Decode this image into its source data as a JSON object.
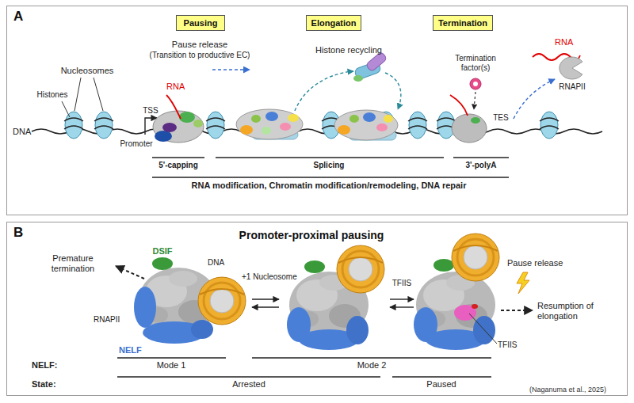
{
  "diagram": {
    "nodes": [
      {
        "text": [
          "A"
        ]
      },
      {
        "text": [
          "Pausing"
        ],
        "in": 0
      },
      {
        "text": [
          "Elongation"
        ],
        "in": 0
      },
      {
        "text": [
          "Termination"
        ],
        "in": 0
      },
      {
        "text": [
          "B",
          "Promoter-proximal pausing"
        ]
      }
    ],
    "labels": [
      "Pause release",
      "(Transition to productive EC)",
      "Histone recycling",
      "Termination factor(s)",
      "RNA",
      "RNAPII",
      "Nucleosomes",
      "Histones",
      "DNA",
      "TSS",
      "RNA",
      "Promoter",
      "TES",
      "5'-capping",
      "Splicing",
      "3'-polyA",
      "RNA modification, Chromatin modification/remodeling, DNA repair",
      "Premature termination",
      "DSIF",
      "DNA",
      "+1 Nucleosome",
      "RNAPII",
      "NELF",
      "TFIIS",
      "Pause release",
      "Resumption of elongation",
      "TFIIS",
      "NELF:",
      "Mode 1",
      "Mode 2",
      "State:",
      "Arrested",
      "Paused",
      "(Naganuma et al., 2025)"
    ]
  }
}
